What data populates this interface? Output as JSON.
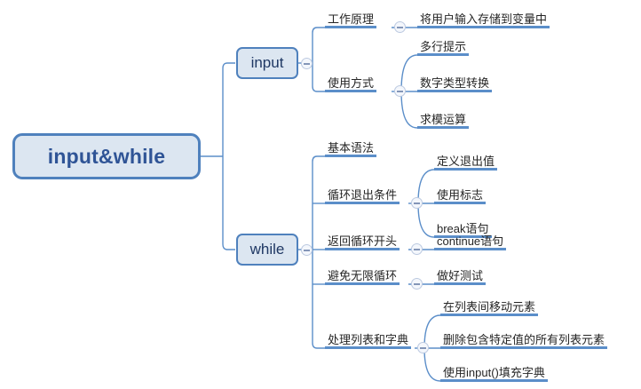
{
  "document": {
    "type": "mind-map",
    "title": "input&while"
  },
  "colors": {
    "node_fill": "#dce6f1",
    "node_border": "#4f81bd",
    "underline": "#5b8ec9",
    "root_text": "#2f5496",
    "branch_text": "#1f3864",
    "leaf_text": "#262626",
    "connector": "#5b8ec9",
    "canvas": "#ffffff"
  },
  "root": {
    "label": "input&while"
  },
  "branches": [
    {
      "label": "input",
      "toggle_icon": "collapse-minus-icon",
      "children": [
        {
          "label": "工作原理",
          "toggle_icon": "collapse-minus-icon",
          "children": [
            {
              "label": "将用户输入存储到变量中"
            }
          ]
        },
        {
          "label": "使用方式",
          "toggle_icon": "collapse-minus-icon",
          "children": [
            {
              "label": "多行提示"
            },
            {
              "label": "数字类型转换"
            },
            {
              "label": "求模运算"
            }
          ]
        }
      ]
    },
    {
      "label": "while",
      "toggle_icon": "collapse-minus-icon",
      "children": [
        {
          "label": "基本语法",
          "children": []
        },
        {
          "label": "循环退出条件",
          "toggle_icon": "collapse-minus-icon",
          "children": [
            {
              "label": "定义退出值"
            },
            {
              "label": "使用标志"
            },
            {
              "label": "break语句"
            }
          ]
        },
        {
          "label": "返回循环开头",
          "toggle_icon": "collapse-minus-icon",
          "children": [
            {
              "label": "continue语句"
            }
          ]
        },
        {
          "label": "避免无限循环",
          "toggle_icon": "collapse-minus-icon",
          "children": [
            {
              "label": "做好测试"
            }
          ]
        },
        {
          "label": "处理列表和字典",
          "toggle_icon": "collapse-minus-icon",
          "children": [
            {
              "label": "在列表间移动元素"
            },
            {
              "label": "删除包含特定值的所有列表元素"
            },
            {
              "label": "使用input()填充字典"
            }
          ]
        }
      ]
    }
  ]
}
